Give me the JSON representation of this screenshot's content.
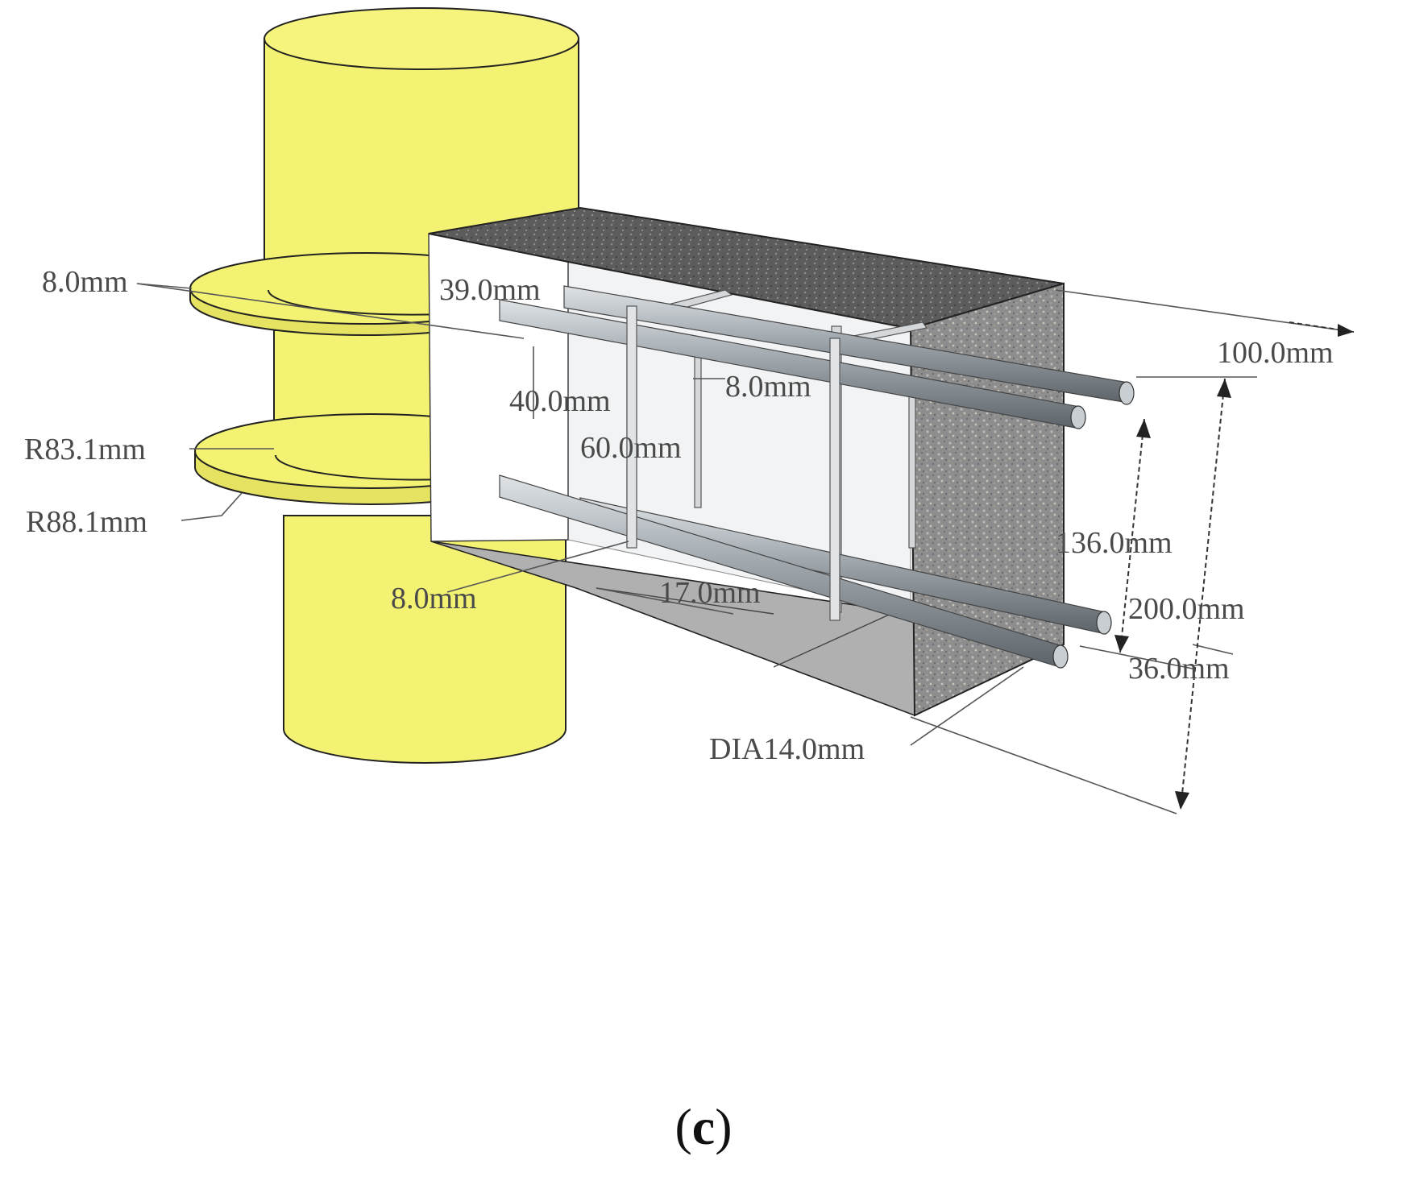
{
  "figure": {
    "caption": {
      "open": "(",
      "letter": "c",
      "close": ")"
    },
    "labels": {
      "plate_top_thickness": "8.0mm",
      "inner_radius": "R83.1mm",
      "outer_radius": "R88.1mm",
      "plate_bottom_thickness": "8.0mm",
      "cover_top": "39.0mm",
      "bracket_height": "40.0mm",
      "bracket_depth": "60.0mm",
      "stirrup_dia": "8.0mm",
      "bottom_offset": "17.0mm",
      "beam_width": "100.0mm",
      "rebar_spacing": "136.0mm",
      "beam_height": "200.0mm",
      "bottom_cover": "36.0mm",
      "rebar_dia": "DIA14.0mm"
    },
    "colors": {
      "steel_tube": "#f4f272",
      "steel_tube_shadow": "#e8e566",
      "concrete": "#8a8a8a",
      "rebar": "#9aa2a8",
      "beam_bottom": "#a9a9a9"
    }
  }
}
